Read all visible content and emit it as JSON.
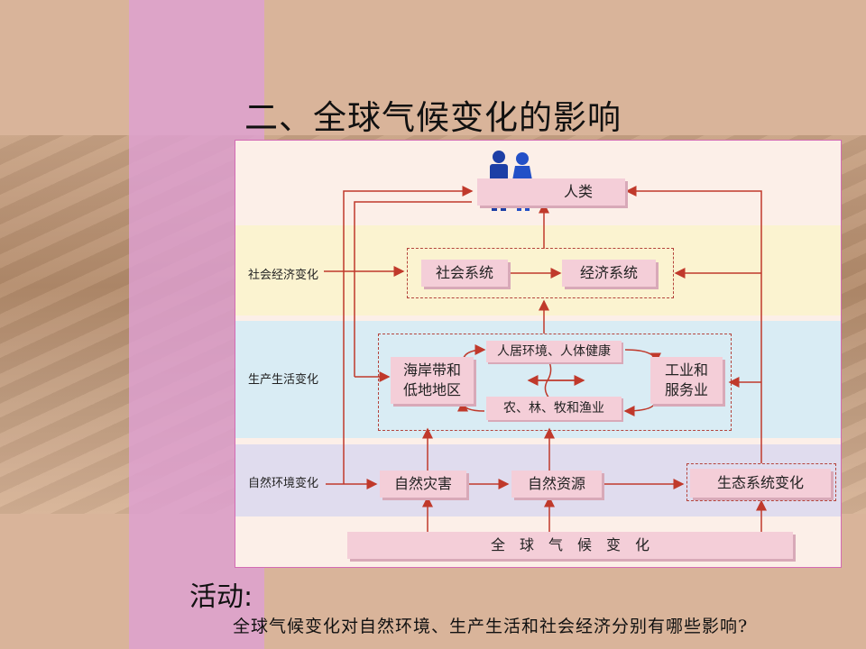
{
  "title": "二、全球气候变化的影响",
  "diagram": {
    "human": "人类",
    "band_labels": {
      "social": "社会经济变化",
      "production": "生产生活变化",
      "environment": "自然环境变化"
    },
    "social_system": "社会系统",
    "economic_system": "经济系统",
    "coastal": "海岸带和\n低地地区",
    "residence": "人居环境、人体健康",
    "industry": "工业和\n服务业",
    "agriculture": "农、林、牧和渔业",
    "disaster": "自然灾害",
    "resources": "自然资源",
    "ecosystem": "生态系统变化",
    "global": "全　球　气　候　变　化"
  },
  "activity": {
    "label": "活动:",
    "question": "全球气候变化对自然环境、生产生活和社会经济分别有哪些影响?"
  },
  "colors": {
    "arrow": "#c0392b",
    "box": "#f4ced8",
    "band_yellow": "#fbf3d0",
    "band_blue": "#d9ecf4",
    "band_purple": "#e0dcee"
  }
}
